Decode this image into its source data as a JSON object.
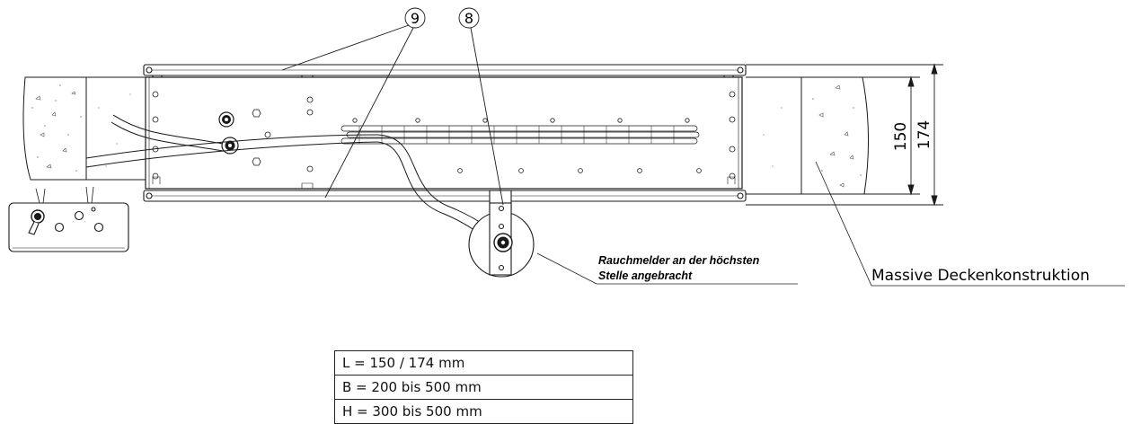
{
  "callouts": {
    "item_9": "9",
    "item_8": "8"
  },
  "annotations": {
    "smoke_detector_line1": "Rauchmelder an der höchsten",
    "smoke_detector_line2": "Stelle angebracht",
    "ceiling": "Massive Deckenkonstruktion"
  },
  "dimensions": {
    "inner": "150",
    "outer": "174"
  },
  "specs": [
    "L = 150 / 174 mm",
    "B = 200 bis 500 mm",
    "H = 300 bis 500 mm"
  ],
  "colors": {
    "line": "#1a1a1a",
    "concrete_fill": "#ffffff"
  }
}
